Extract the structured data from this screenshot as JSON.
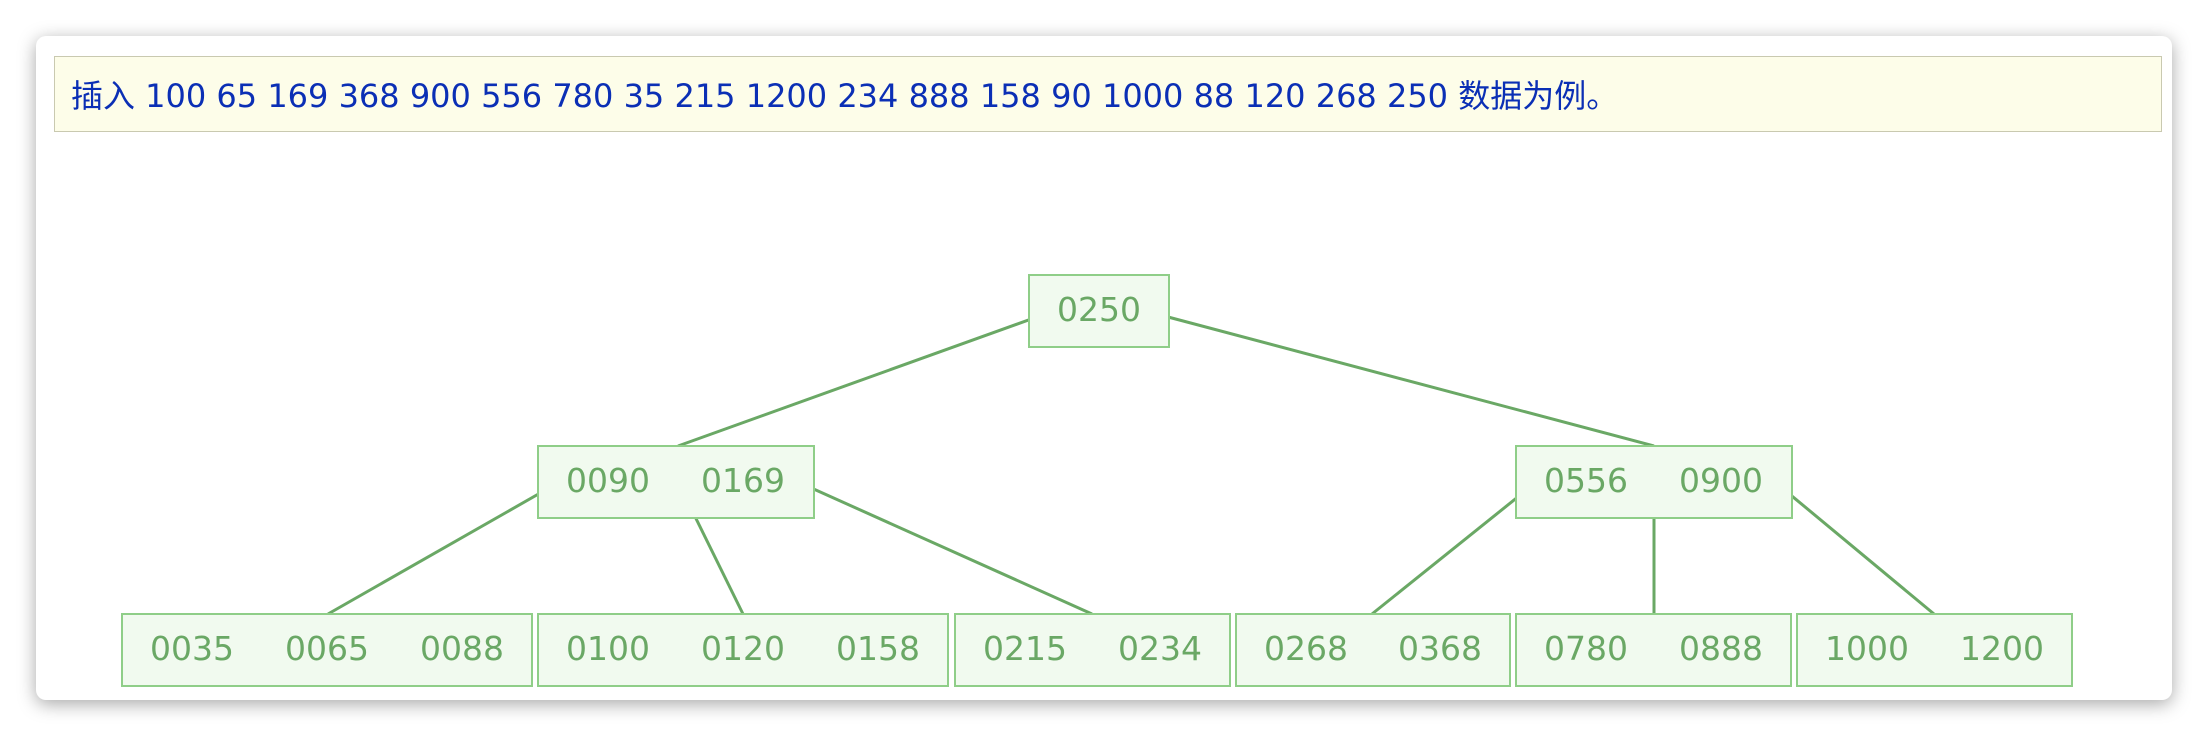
{
  "note": {
    "text": "插入 100 65 169 368 900 556 780 35 215 1200 234 888 158 90 1000 88 120 268 250 数据为例。"
  },
  "tree": {
    "root": {
      "keys": [
        "0250"
      ]
    },
    "level1": [
      {
        "keys": [
          "0090",
          "0169"
        ]
      },
      {
        "keys": [
          "0556",
          "0900"
        ]
      }
    ],
    "leaves": [
      {
        "keys": [
          "0035",
          "0065",
          "0088"
        ]
      },
      {
        "keys": [
          "0100",
          "0120",
          "0158"
        ]
      },
      {
        "keys": [
          "0215",
          "0234"
        ]
      },
      {
        "keys": [
          "0268",
          "0368"
        ]
      },
      {
        "keys": [
          "0780",
          "0888"
        ]
      },
      {
        "keys": [
          "1000",
          "1200"
        ]
      }
    ]
  },
  "colors": {
    "node_fill": "#f1faef",
    "node_border": "#8fce88",
    "key_text": "#6aa865",
    "edge": "#6aa865",
    "note_bg": "#fdfde9",
    "note_text": "#0b2fb5"
  }
}
